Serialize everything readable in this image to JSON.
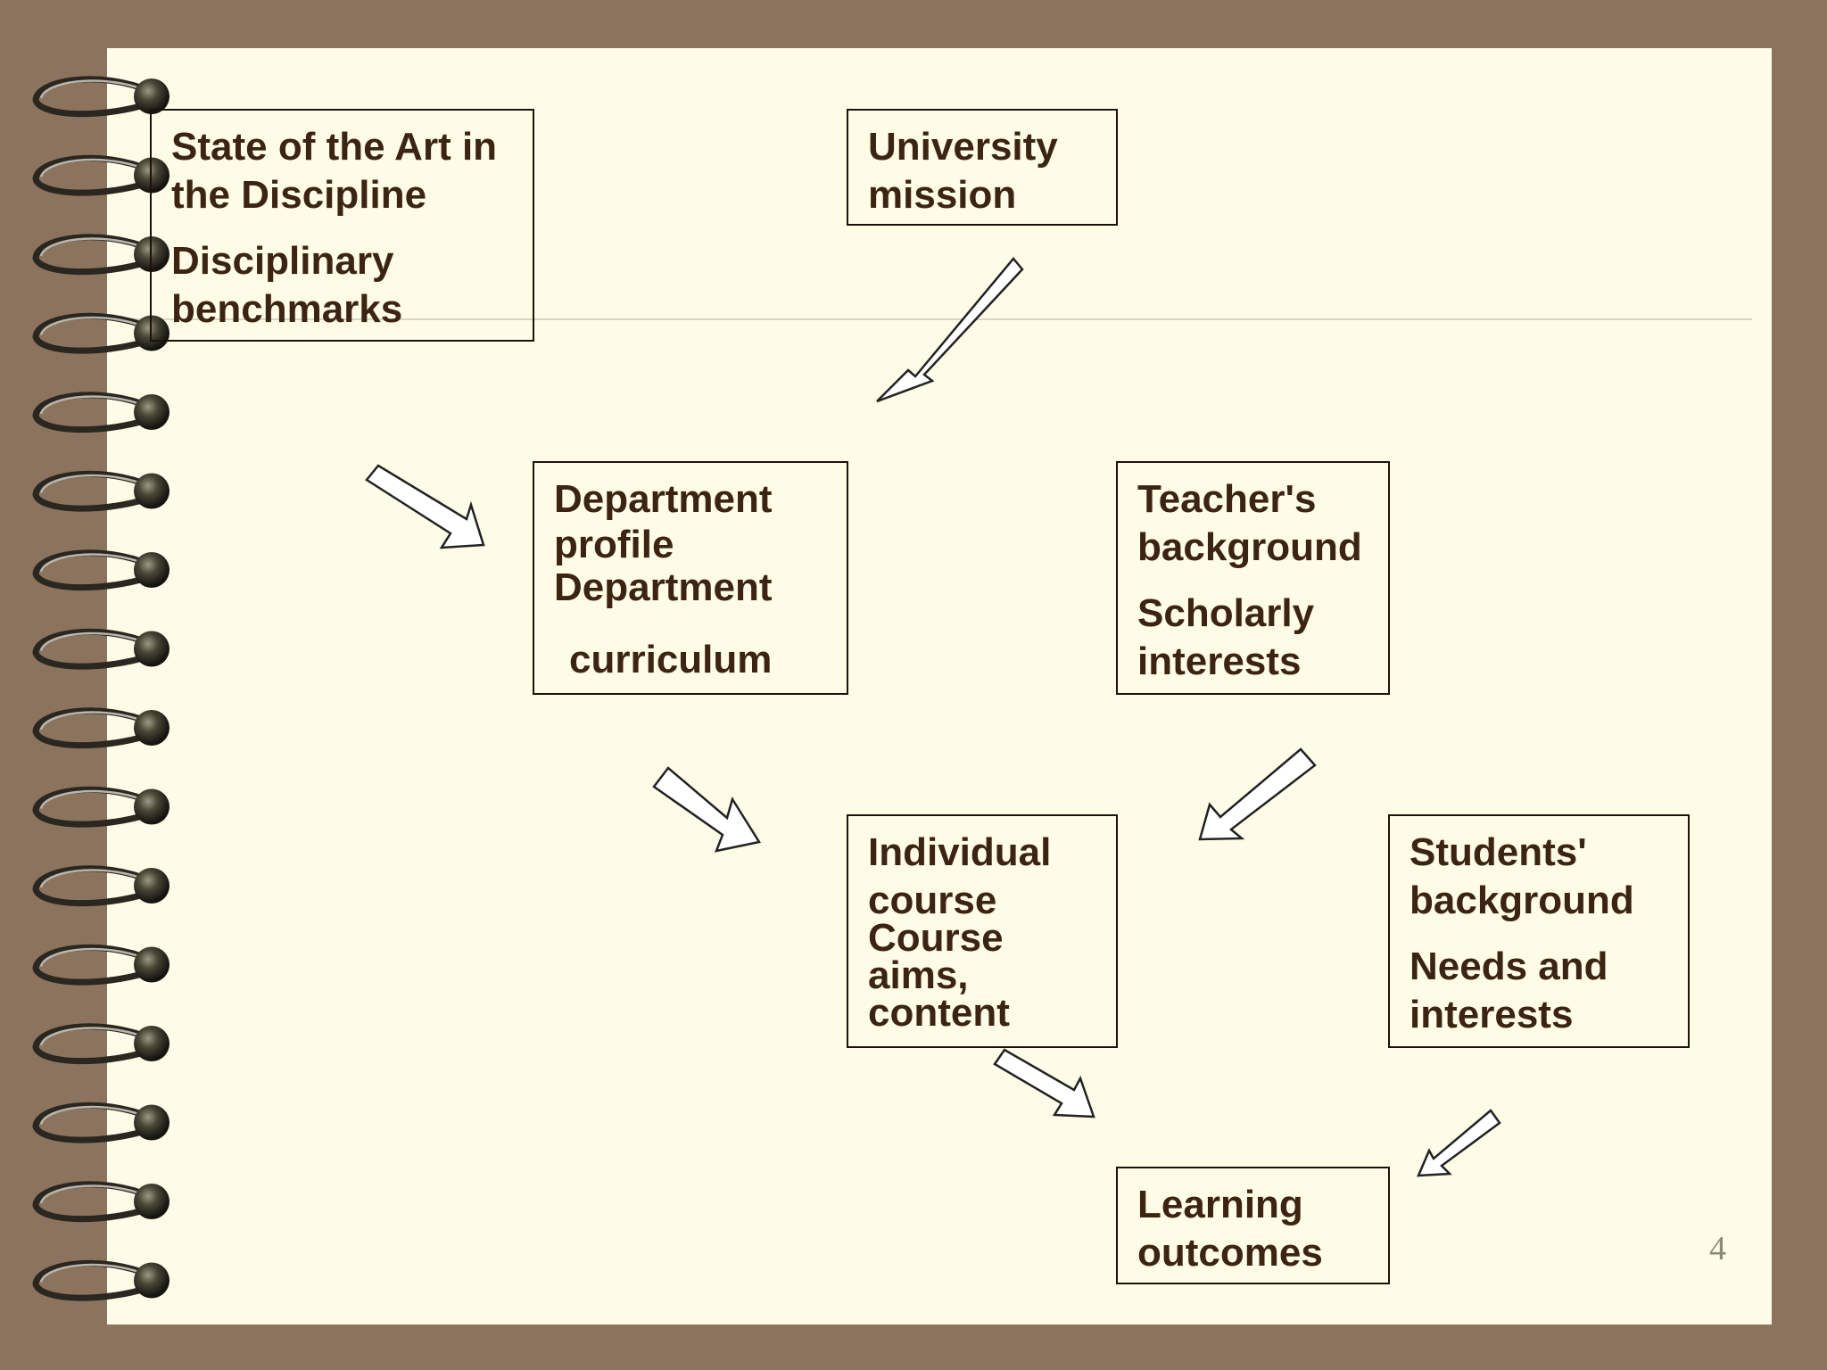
{
  "boxes": {
    "discipline": {
      "line1": "State of the Art in",
      "line2": "the Discipline",
      "line3": "Disciplinary",
      "line4": "benchmarks"
    },
    "university": {
      "line1": "University",
      "line2": "mission"
    },
    "department": {
      "line1": "Department",
      "line2": "profile",
      "line3": "Department",
      "line4": "curriculum"
    },
    "teacher": {
      "line1": "Teacher's",
      "line2": "background",
      "line3": "Scholarly",
      "line4": "interests"
    },
    "course": {
      "line1": "Individual",
      "line2": "course",
      "line3": "Course",
      "line4": "aims,",
      "line5": "content"
    },
    "students": {
      "line1": "Students'",
      "line2": "background",
      "line3": "Needs and",
      "line4": "interests"
    },
    "outcomes": {
      "line1": "Learning",
      "line2": "outcomes"
    }
  },
  "slide_number": "4"
}
